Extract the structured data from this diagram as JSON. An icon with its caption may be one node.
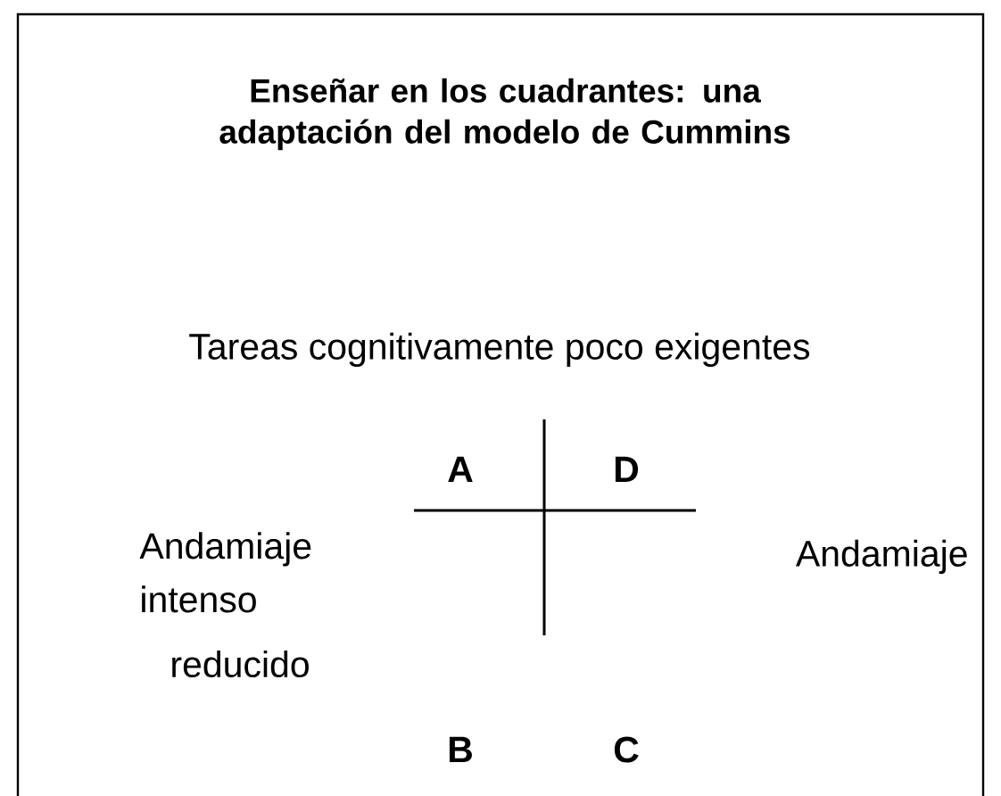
{
  "diagram": {
    "title": "Enseñar en los cuadrantes: una adaptación del modelo de Cummins",
    "labels": [
      "Tareas cognitivamente poco exigentes",
      "A",
      "D",
      "Andamiaje intenso",
      "Andamiaje",
      "reducido",
      "B",
      "C"
    ]
  }
}
